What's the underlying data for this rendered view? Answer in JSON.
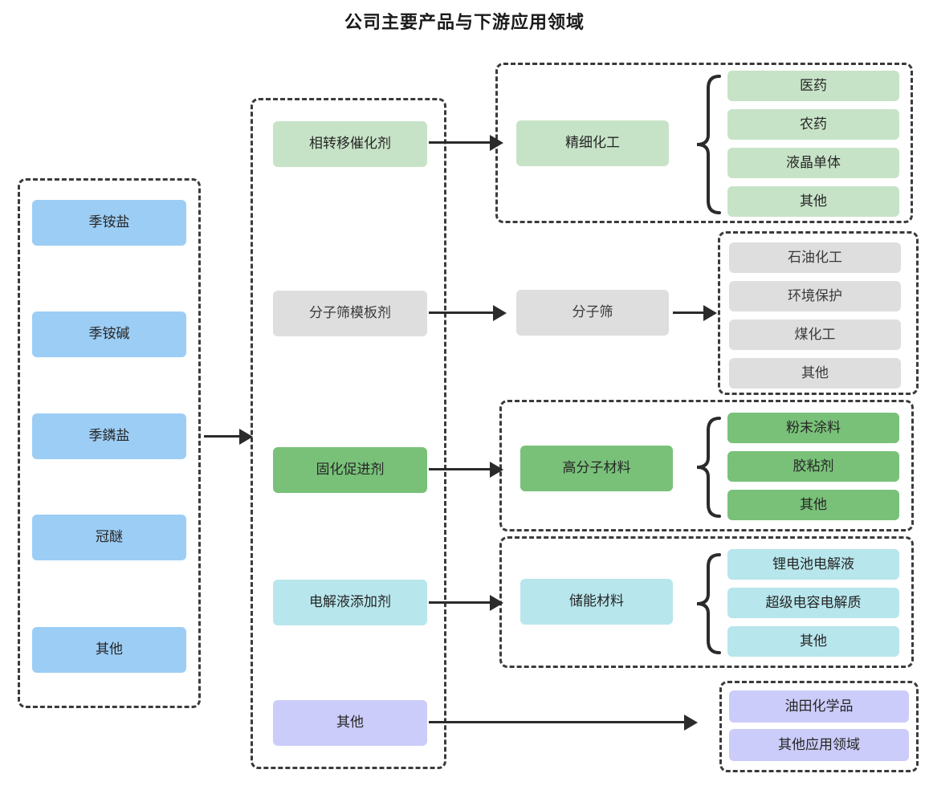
{
  "title": "公司主要产品与下游应用领域",
  "colors": {
    "blue": "#9ccdf5",
    "light_green": "#c7e3c7",
    "dark_green": "#79c179",
    "gray": "#dedede",
    "cyan": "#b7e6ec",
    "purple": "#ccccfa",
    "dashed_border": "#3b3b3b",
    "arrow": "#2b2b2b",
    "background": "#ffffff",
    "title_text": "#1a1a1a"
  },
  "columns": {
    "products": {
      "group_label": "",
      "items": [
        {
          "label": "季铵盐",
          "color": "blue"
        },
        {
          "label": "季铵碱",
          "color": "blue"
        },
        {
          "label": "季鏻盐",
          "color": "blue"
        },
        {
          "label": "冠醚",
          "color": "blue"
        },
        {
          "label": "其他",
          "color": "blue"
        }
      ]
    },
    "applications": {
      "group_label": "",
      "items": [
        {
          "label": "相转移催化剂",
          "color": "light_green"
        },
        {
          "label": "分子筛模板剂",
          "color": "gray"
        },
        {
          "label": "固化促进剂",
          "color": "dark_green"
        },
        {
          "label": "电解液添加剂",
          "color": "cyan"
        },
        {
          "label": "其他",
          "color": "purple"
        }
      ]
    },
    "downstream": {
      "groups": [
        {
          "name": "精细化工",
          "color": "light_green",
          "connector": "brace",
          "leaves": [
            "医药",
            "农药",
            "液晶单体",
            "其他"
          ]
        },
        {
          "name": "分子筛",
          "color": "gray",
          "connector": "arrow",
          "leaves": [
            "石油化工",
            "环境保护",
            "煤化工",
            "其他"
          ]
        },
        {
          "name": "高分子材料",
          "color": "dark_green",
          "connector": "brace",
          "leaves": [
            "粉末涂料",
            "胶粘剂",
            "其他"
          ]
        },
        {
          "name": "储能材料",
          "color": "cyan",
          "connector": "brace",
          "leaves": [
            "锂电池电解液",
            "超级电容电解质",
            "其他"
          ]
        },
        {
          "name": "",
          "color": "purple",
          "connector": "none",
          "leaves": [
            "油田化学品",
            "其他应用领域"
          ]
        }
      ]
    }
  }
}
